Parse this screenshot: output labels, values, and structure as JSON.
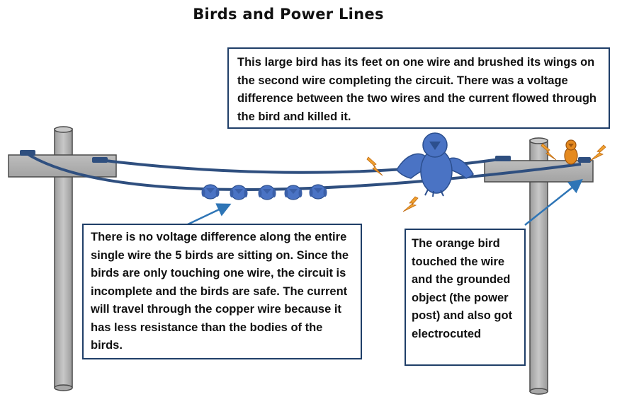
{
  "title": "Birds and Power Lines",
  "callouts": {
    "large_bird": "This large bird has its feet on one wire and brushed its wings on the second wire completing the circuit. There was a voltage difference  between the two wires and the current flowed through the bird and killed it.",
    "five_birds": "There is no voltage difference  along the entire single wire the 5 birds are sitting on. Since the birds are only touching one wire, the circuit is incomplete and the birds are safe. The current will travel through the copper wire because it has less resistance than the bodies of the birds.",
    "orange_bird": "The orange bird touched the wire and the grounded object (the power post) and also got electrocuted"
  },
  "colors": {
    "pole": "#aeaeae",
    "pole_outline": "#4a4a4a",
    "wire": "#2f4f7f",
    "small_bird": "#4a73c4",
    "large_bird": "#4a73c4",
    "orange_bird": "#e58a1f",
    "spark": "#f0a030",
    "arrow": "#2e75b6",
    "callout_border": "#1f3e68"
  },
  "icons": [
    "small-bird-icon",
    "large-bird-icon",
    "orange-bird-icon",
    "spark-icon",
    "pointer-arrow"
  ]
}
